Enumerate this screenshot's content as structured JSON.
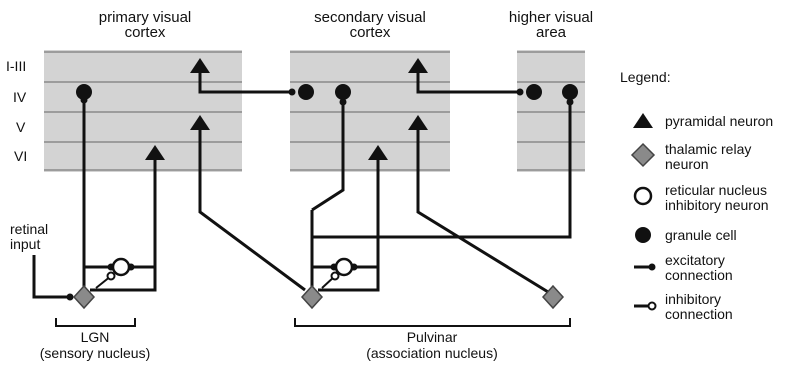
{
  "regions": {
    "primary": "primary visual\ncortex",
    "secondary": "secondary visual\ncortex",
    "higher": "higher visual\narea"
  },
  "layers": [
    "I-III",
    "IV",
    "V",
    "VI"
  ],
  "inputs": {
    "retinal": "retinal\ninput"
  },
  "nuclei": {
    "lgn": {
      "name": "LGN",
      "type": "(sensory nucleus)"
    },
    "pulvinar": {
      "name": "Pulvinar",
      "type": "(association nucleus)"
    }
  },
  "legend": {
    "title": "Legend:",
    "pyramidal": "pyramidal neuron",
    "relay": "thalamic relay\nneuron",
    "reticular": "reticular nucleus\ninhibitory neuron",
    "granule": "granule cell",
    "excitatory": "excitatory\nconnection",
    "inhibitory": "inhibitory\nconnection"
  },
  "colors": {
    "cortex_fill": "#d3d3d3",
    "layer_line": "#9c9c9c",
    "relay_fill": "#8a8a8a",
    "ink": "#111111"
  }
}
